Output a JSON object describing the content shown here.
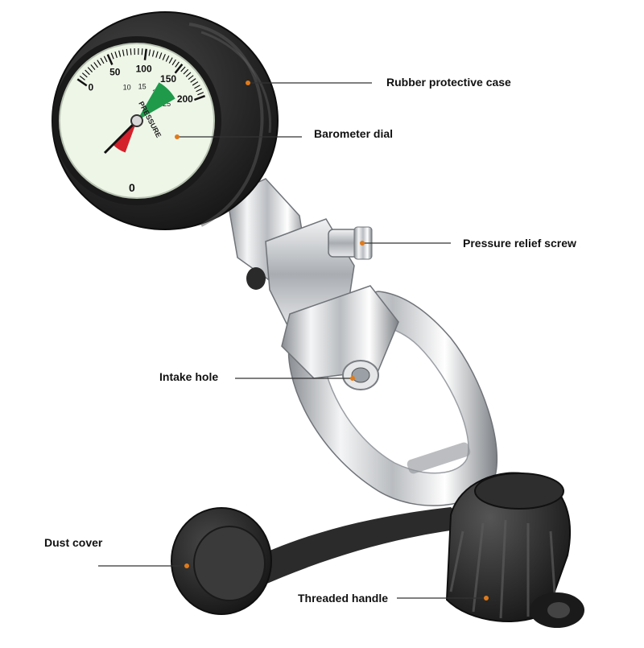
{
  "labels": {
    "rubber_case": "Rubber protective case",
    "barometer_dial": "Barometer dial",
    "relief_screw": "Pressure relief screw",
    "intake_hole": "Intake hole",
    "dust_cover": "Dust cover",
    "threaded_handle": "Threaded handle"
  },
  "gauge": {
    "bar_ticks": [
      "0",
      "50",
      "100",
      "150",
      "200"
    ],
    "psi_ticks": [
      "10",
      "15",
      "20",
      "25"
    ],
    "dial_text": "PRESSURE",
    "zero_label": "0"
  },
  "colors": {
    "callout_line": "#333333",
    "callout_dot": "#e07a1a",
    "rubber": "#2b2b2b",
    "chrome": "#c9ccd0",
    "dial_face": "#eef6e8",
    "zone_red": "#d4202a",
    "zone_green": "#1f9a4a"
  }
}
